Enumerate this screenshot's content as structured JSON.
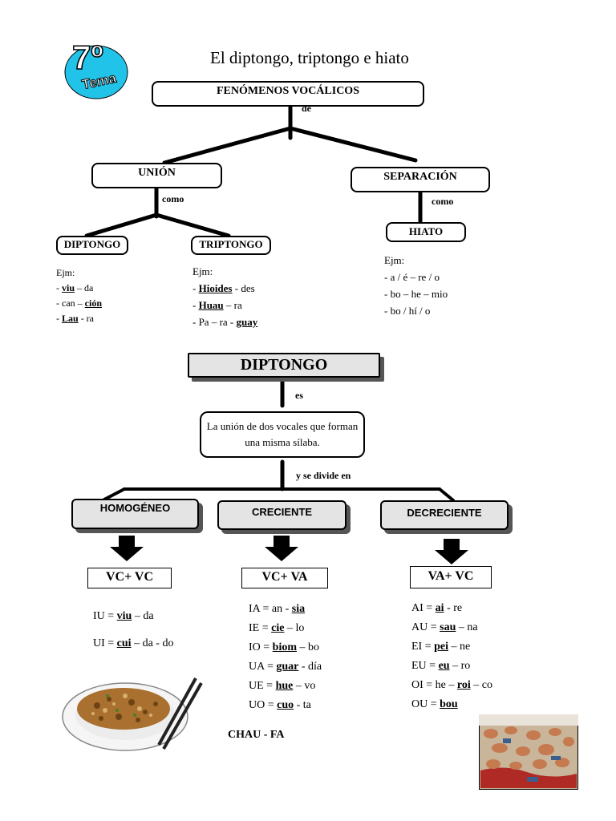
{
  "theme_badge": {
    "number": "7º",
    "word": "Tema"
  },
  "page_title": "El diptongo, triptongo e hiato",
  "map1": {
    "root": "FENÓMENOS VOCÁLICOS",
    "root_connector": "de",
    "union": "UNIÓN",
    "separacion": "SEPARACIÓN",
    "union_connector": "como",
    "separacion_connector": "como",
    "diptongo": "DIPTONGO",
    "triptongo": "TRIPTONGO",
    "hiato": "HIATO",
    "diptongo_examples": {
      "label": "Ejm:",
      "lines": [
        [
          {
            "t": "- "
          },
          {
            "t": "viu",
            "u": true
          },
          {
            "t": " – da"
          }
        ],
        [
          {
            "t": "- can – "
          },
          {
            "t": "ción",
            "u": true
          }
        ],
        [
          {
            "t": "- "
          },
          {
            "t": "Lau",
            "u": true
          },
          {
            "t": " - ra"
          }
        ]
      ]
    },
    "triptongo_examples": {
      "label": "Ejm:",
      "lines": [
        [
          {
            "t": "- "
          },
          {
            "t": "Hioides",
            "u": true
          },
          {
            "t": " - des"
          }
        ],
        [
          {
            "t": "- "
          },
          {
            "t": "Huau",
            "u": true
          },
          {
            "t": " – ra"
          }
        ],
        [
          {
            "t": "- Pa – ra - "
          },
          {
            "t": "guay",
            "u": true
          }
        ]
      ]
    },
    "hiato_examples": {
      "label": "Ejm:",
      "lines": [
        [
          {
            "t": "- a / é – re / o"
          }
        ],
        [
          {
            "t": "- bo – he – mio"
          }
        ],
        [
          {
            "t": "- bo / hí / o"
          }
        ]
      ]
    }
  },
  "map2": {
    "title": "DIPTONGO",
    "connector_es": "es",
    "definition": "La unión de dos vocales que forman una misma sílaba.",
    "connector_divide": "y se divide en",
    "categories": [
      {
        "name": "HOMOGÉNEO",
        "formula": "VC+ VC",
        "items": [
          [
            {
              "t": "IU = "
            },
            {
              "t": "viu",
              "u": true
            },
            {
              "t": " – da"
            }
          ],
          [
            {
              "t": "UI = "
            },
            {
              "t": "cui",
              "u": true
            },
            {
              "t": " – da - do"
            }
          ]
        ]
      },
      {
        "name": "CRECIENTE",
        "formula": "VC+ VA",
        "items": [
          [
            {
              "t": "IA = an - "
            },
            {
              "t": "sia",
              "u": true
            }
          ],
          [
            {
              "t": "IE = "
            },
            {
              "t": "cie",
              "u": true
            },
            {
              "t": " – lo"
            }
          ],
          [
            {
              "t": "IO = "
            },
            {
              "t": "biom",
              "u": true
            },
            {
              "t": " – bo"
            }
          ],
          [
            {
              "t": "UA = "
            },
            {
              "t": "guar",
              "u": true
            },
            {
              "t": " - día"
            }
          ],
          [
            {
              "t": "UE = "
            },
            {
              "t": "hue",
              "u": true
            },
            {
              "t": " – vo"
            }
          ],
          [
            {
              "t": "UO = "
            },
            {
              "t": "cuo",
              "u": true
            },
            {
              "t": " - ta"
            }
          ]
        ]
      },
      {
        "name": "DECRECIENTE",
        "formula": "VA+ VC",
        "items": [
          [
            {
              "t": "AI = "
            },
            {
              "t": "ai",
              "u": true
            },
            {
              "t": " - re"
            }
          ],
          [
            {
              "t": "AU = "
            },
            {
              "t": "sau",
              "u": true
            },
            {
              "t": " – na"
            }
          ],
          [
            {
              "t": "EI = "
            },
            {
              "t": "pei",
              "u": true
            },
            {
              "t": " – ne"
            }
          ],
          [
            {
              "t": "EU = "
            },
            {
              "t": "eu",
              "u": true
            },
            {
              "t": " – ro"
            }
          ],
          [
            {
              "t": "OI = he – "
            },
            {
              "t": "roi",
              "u": true
            },
            {
              "t": " – co"
            }
          ],
          [
            {
              "t": "OU = "
            },
            {
              "t": "bou",
              "u": true
            }
          ]
        ]
      }
    ],
    "food_caption": "CHAU - FA"
  },
  "colors": {
    "badge_fill": "#22c3e8",
    "card_fill": "#e4e4e4",
    "line": "#000000"
  }
}
